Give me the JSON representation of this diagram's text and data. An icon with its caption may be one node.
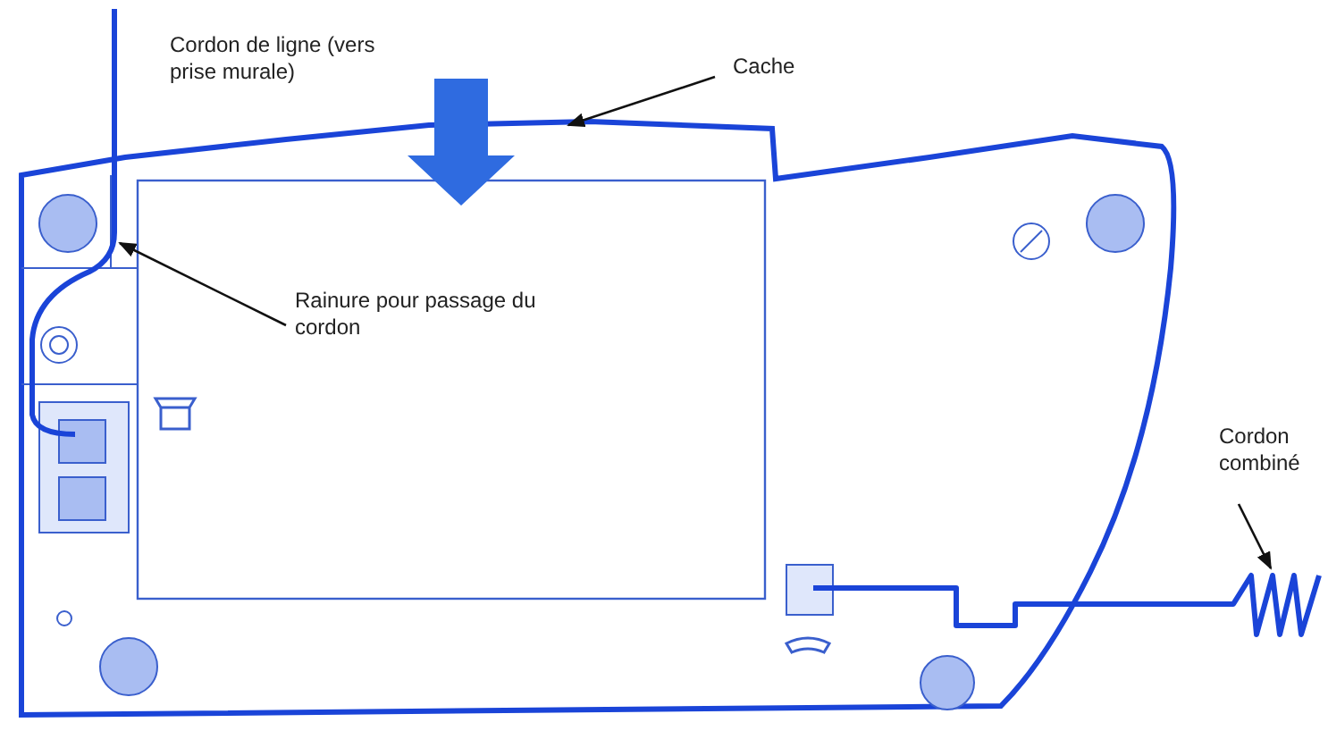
{
  "diagram": {
    "nodes": [
      {
        "text": [
          "Cache"
        ]
      },
      {
        "text": [
          "Rainure pour passage du cordon"
        ]
      },
      {
        "text": [],
        "shape": "cord"
      },
      {
        "text": [
          "Cordon combiné"
        ]
      },
      {
        "text": [],
        "shape": "cord"
      }
    ],
    "edges": [
      {
        "from": 0,
        "to": null,
        "arrow": "to"
      },
      {
        "from": 1,
        "to": 2,
        "arrow": "to"
      },
      {
        "from": 3,
        "to": 4,
        "arrow": "to"
      }
    ],
    "labels": [
      "Cordon de ligne (vers prise murale)"
    ]
  }
}
